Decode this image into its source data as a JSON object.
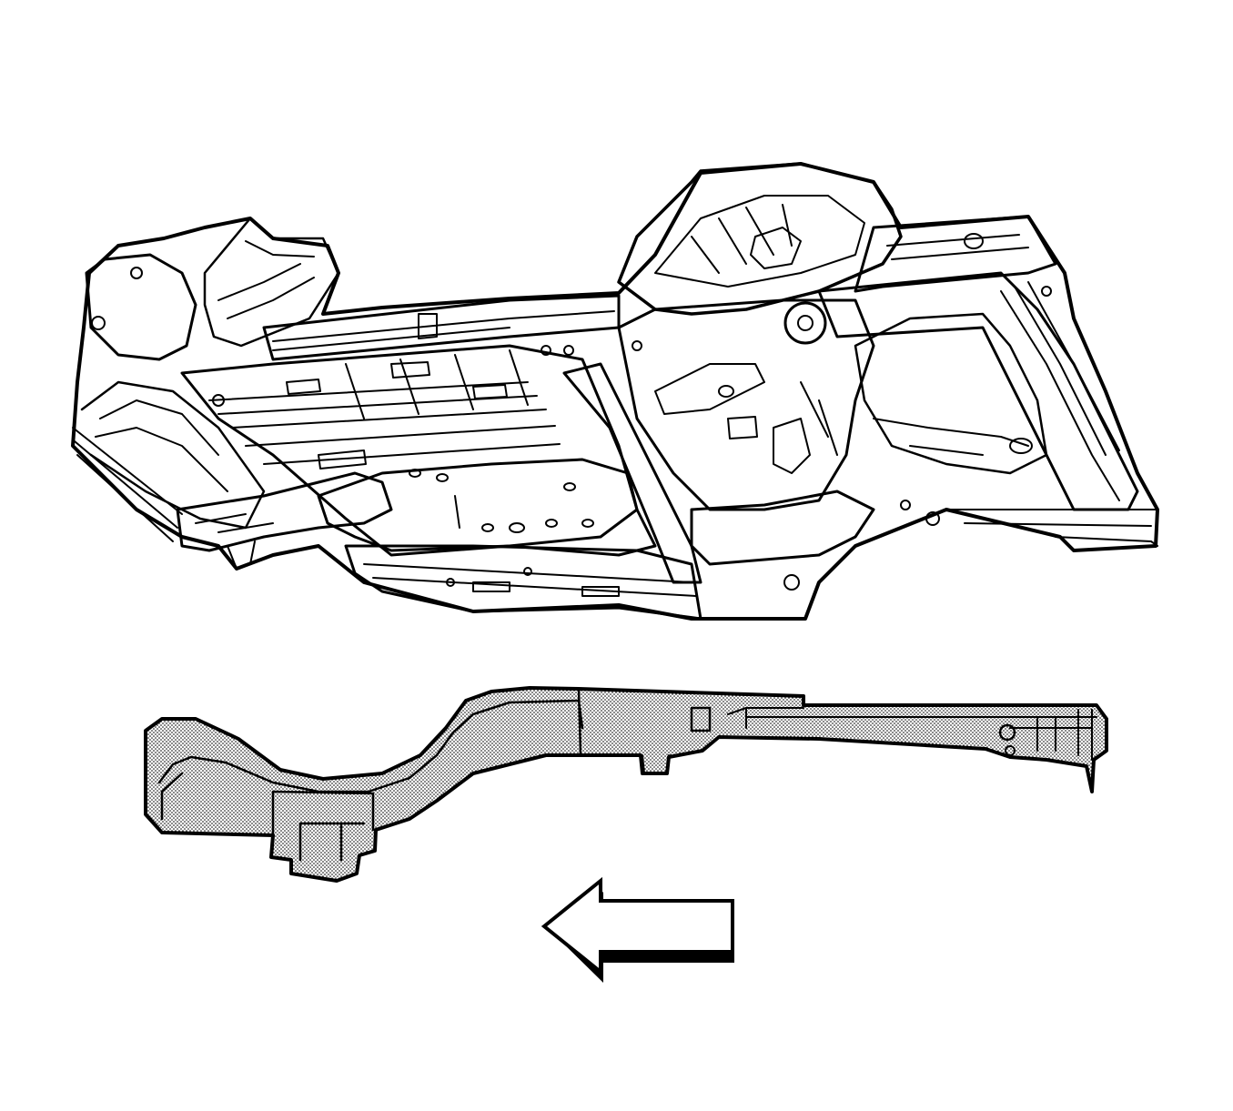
{
  "colors": {
    "line": "#000000",
    "background": "#ffffff",
    "highlight_fill": "#d4d4d4"
  },
  "illustration": {
    "view": "underbody-isometric",
    "highlighted_part": "rear-frame-rail",
    "direction_indicator": "arrow-left"
  }
}
